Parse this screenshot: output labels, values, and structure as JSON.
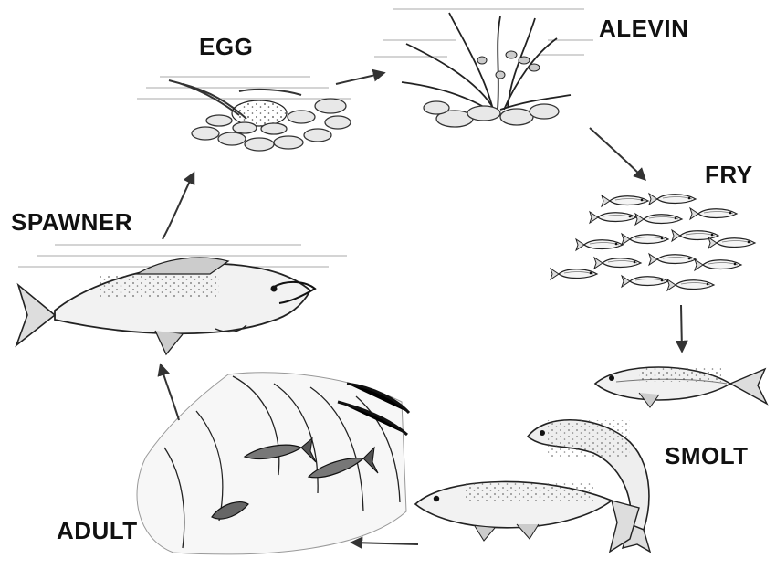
{
  "stages": {
    "egg": "EGG",
    "alevin": "ALEVIN",
    "fry": "FRY",
    "smolt": "SMOLT",
    "adult": "ADULT",
    "spawner": "SPAWNER"
  },
  "colors": {
    "ink": "#111111",
    "shade": "#555555",
    "arrow": "#333333"
  }
}
